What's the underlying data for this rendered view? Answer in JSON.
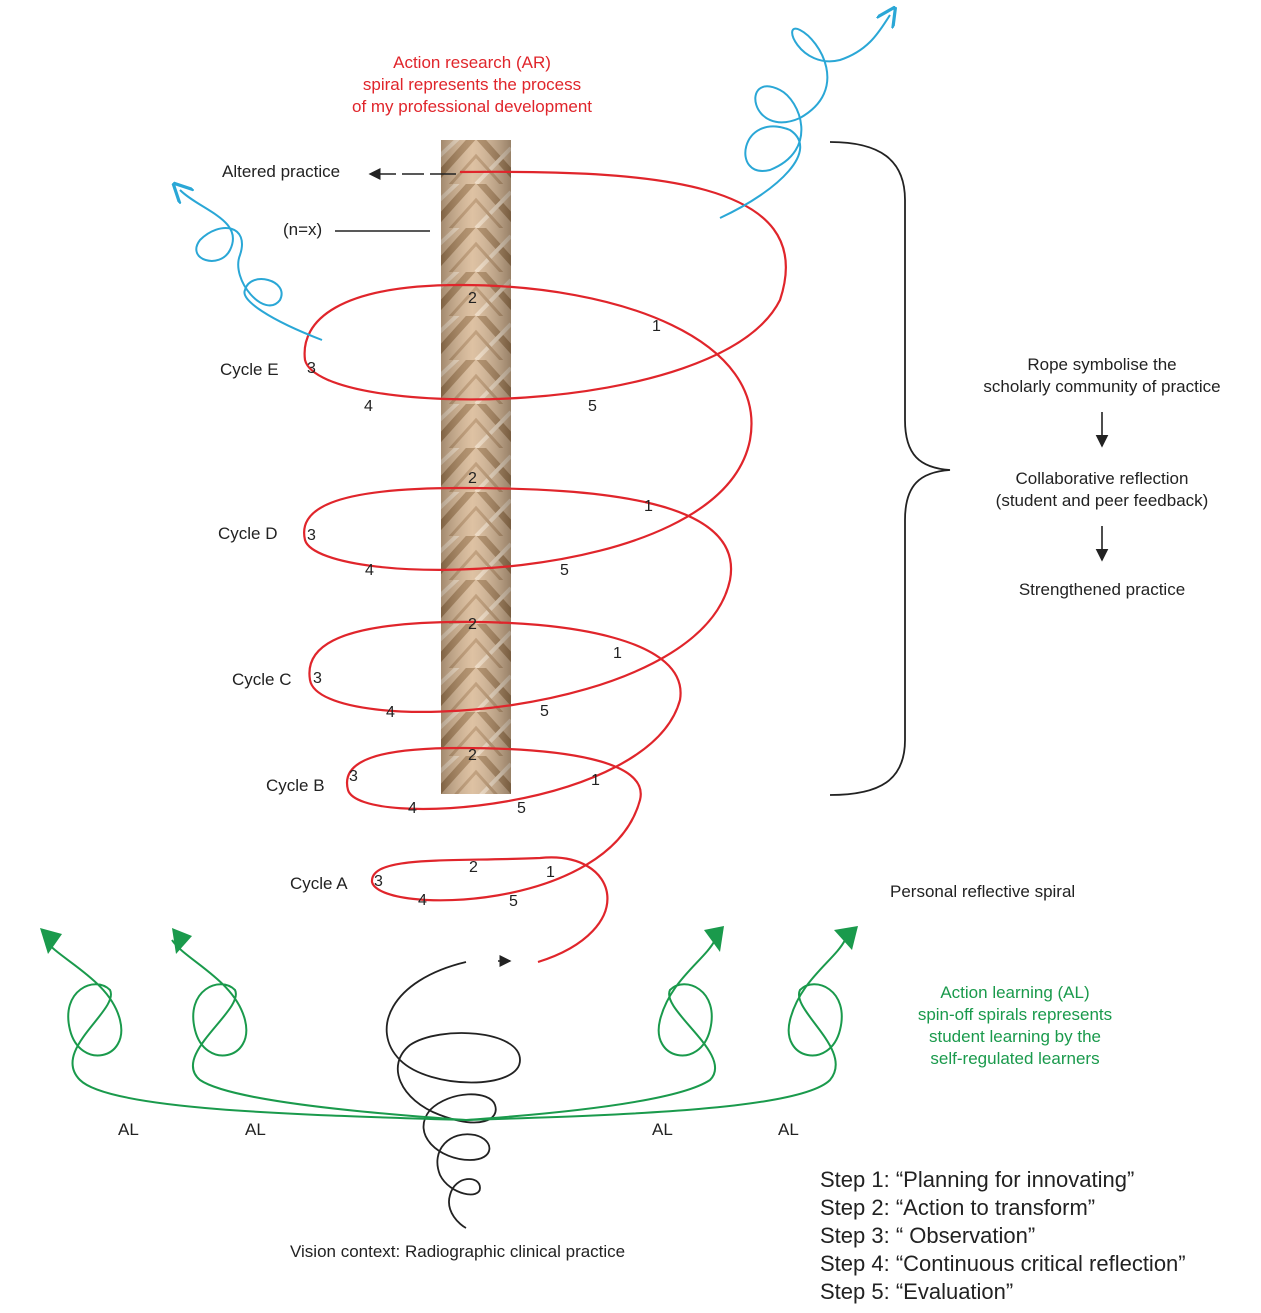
{
  "title_lines": [
    "Action research (AR)",
    "spiral represents the process",
    "of my professional development"
  ],
  "altered_practice": "Altered practice",
  "n_equals_x": "(n=x)",
  "cycles": [
    {
      "label": "Cycle E",
      "steps": [
        "1",
        "2",
        "3",
        "4",
        "5"
      ]
    },
    {
      "label": "Cycle D",
      "steps": [
        "1",
        "2",
        "3",
        "4",
        "5"
      ]
    },
    {
      "label": "Cycle C",
      "steps": [
        "1",
        "2",
        "3",
        "4",
        "5"
      ]
    },
    {
      "label": "Cycle B",
      "steps": [
        "1",
        "2",
        "3",
        "4",
        "5"
      ]
    },
    {
      "label": "Cycle A",
      "steps": [
        "1",
        "2",
        "3",
        "4",
        "5"
      ]
    }
  ],
  "right_panel": {
    "rope_lines": [
      "Rope symbolise the",
      "scholarly community of practice"
    ],
    "collab_lines": [
      "Collaborative reflection",
      "(student and peer feedback)"
    ],
    "strengthened": "Strengthened practice"
  },
  "personal_spiral": "Personal reflective spiral",
  "al_lines": [
    "Action learning (AL)",
    "spin-off spirals represents",
    "student learning by the",
    "self-regulated learners"
  ],
  "al_labels": [
    "AL",
    "AL",
    "AL",
    "AL"
  ],
  "vision_context": "Vision context: Radiographic clinical practice",
  "steps": [
    "Step 1: “Planning for innovating”",
    "Step 2: “Action to transform”",
    "Step 3: “ Observation”",
    "Step 4: “Continuous critical reflection”",
    "Step 5: “Evaluation”"
  ],
  "colors": {
    "ar_spiral": "#e0252b",
    "al_spiral": "#1a9a4c",
    "spinoff": "#2aa7d6",
    "rope": "#c9a57e",
    "vision_spiral": "#222222"
  }
}
